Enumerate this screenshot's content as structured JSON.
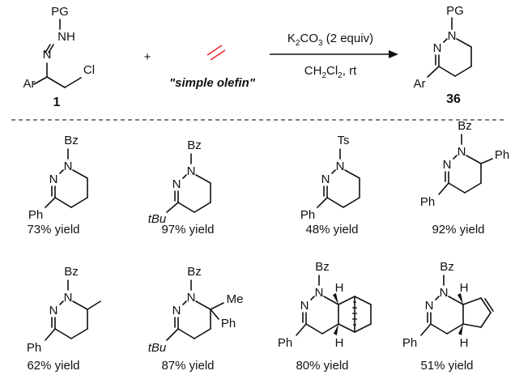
{
  "header": {
    "reactant": {
      "pg": "PG",
      "nh": "NH",
      "n": "N",
      "ar": "Ar",
      "cl": "Cl",
      "number": "1"
    },
    "plus": "+",
    "olefin": {
      "label": "\"simple olefin\"",
      "color": "#e8262a"
    },
    "conditions": {
      "reagent_prefix": "K",
      "reagent_sub1": "2",
      "reagent_mid": "CO",
      "reagent_sub2": "3",
      "reagent_suffix": " (2 equiv)",
      "solvent_prefix": "CH",
      "solvent_sub1": "2",
      "solvent_mid": "Cl",
      "solvent_sub2": "2",
      "solvent_suffix": ", rt"
    },
    "product": {
      "pg": "PG",
      "n1": "N",
      "n2": "N",
      "ar": "Ar",
      "number": "36"
    }
  },
  "examples": [
    {
      "pg": "Bz",
      "n1": "N",
      "n2": "N",
      "group": "Ph",
      "yield": "73% yield"
    },
    {
      "pg": "Bz",
      "n1": "N",
      "n2": "N",
      "group": "tBu",
      "yield": "97% yield"
    },
    {
      "pg": "Ts",
      "n1": "N",
      "n2": "N",
      "group": "Ph",
      "yield": "48% yield"
    },
    {
      "pg": "Bz",
      "n1": "N",
      "n2": "N",
      "group": "Ph",
      "extra": "Ph",
      "yield": "92% yield"
    },
    {
      "pg": "Bz",
      "n1": "N",
      "n2": "N",
      "group": "Ph",
      "yield": "62% yield"
    },
    {
      "pg": "Bz",
      "n1": "N",
      "n2": "N",
      "group": "tBu",
      "extra": "Ph",
      "extra2": "Me",
      "yield": "87% yield"
    },
    {
      "pg": "Bz",
      "n1": "N",
      "n2": "N",
      "group": "Ph",
      "h_top": "H",
      "h_bottom": "H",
      "yield": "80% yield"
    },
    {
      "pg": "Bz",
      "n1": "N",
      "n2": "N",
      "group": "Ph",
      "h_top": "H",
      "h_bottom": "H",
      "yield": "51% yield"
    }
  ],
  "colors": {
    "ink": "#111111",
    "olefin": "#e8262a",
    "divider": "#333333"
  }
}
